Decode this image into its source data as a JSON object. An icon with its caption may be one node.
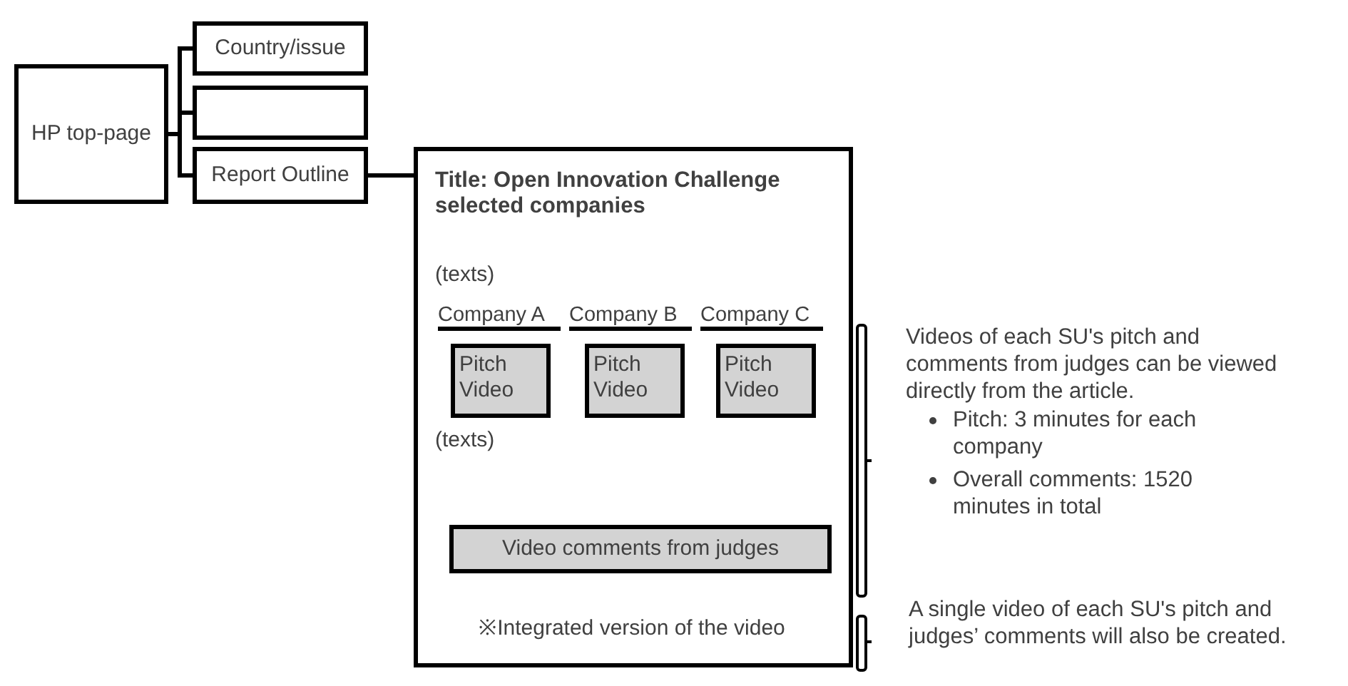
{
  "diagram": {
    "nodes": [
      {
        "text": [
          "HP top-page"
        ]
      },
      {
        "text": [
          "Country/issue"
        ]
      },
      {
        "text": [],
        "shape": "box"
      },
      {
        "text": [
          "Report Outline"
        ]
      },
      {
        "text": [
          "Title: Open Innovation Challenge selected companies",
          "(texts)",
          "Company A",
          "Company B",
          "Company C",
          "(texts)",
          "※Integrated version of the video"
        ]
      },
      {
        "text": [
          "Pitch Video"
        ],
        "in": 4
      },
      {
        "text": [
          "Pitch Video"
        ],
        "in": 4
      },
      {
        "text": [
          "Pitch Video"
        ],
        "in": 4
      },
      {
        "text": [
          "Video comments from judges"
        ],
        "in": 4
      }
    ],
    "edges": [
      {
        "from": 0,
        "to": 1,
        "arrow": "none"
      },
      {
        "from": 0,
        "to": 2,
        "arrow": "none"
      },
      {
        "from": 0,
        "to": 3,
        "arrow": "none"
      },
      {
        "from": 3,
        "to": 4,
        "arrow": "none"
      }
    ],
    "labels": [
      "Videos of each SU's pitch and comments from judges can be viewed directly from the article.",
      "Pitch: 3 minutes for each company",
      "Overall comments: 1520 minutes in total",
      "A single video of each SU's pitch and judges’ comments will also be created."
    ]
  }
}
